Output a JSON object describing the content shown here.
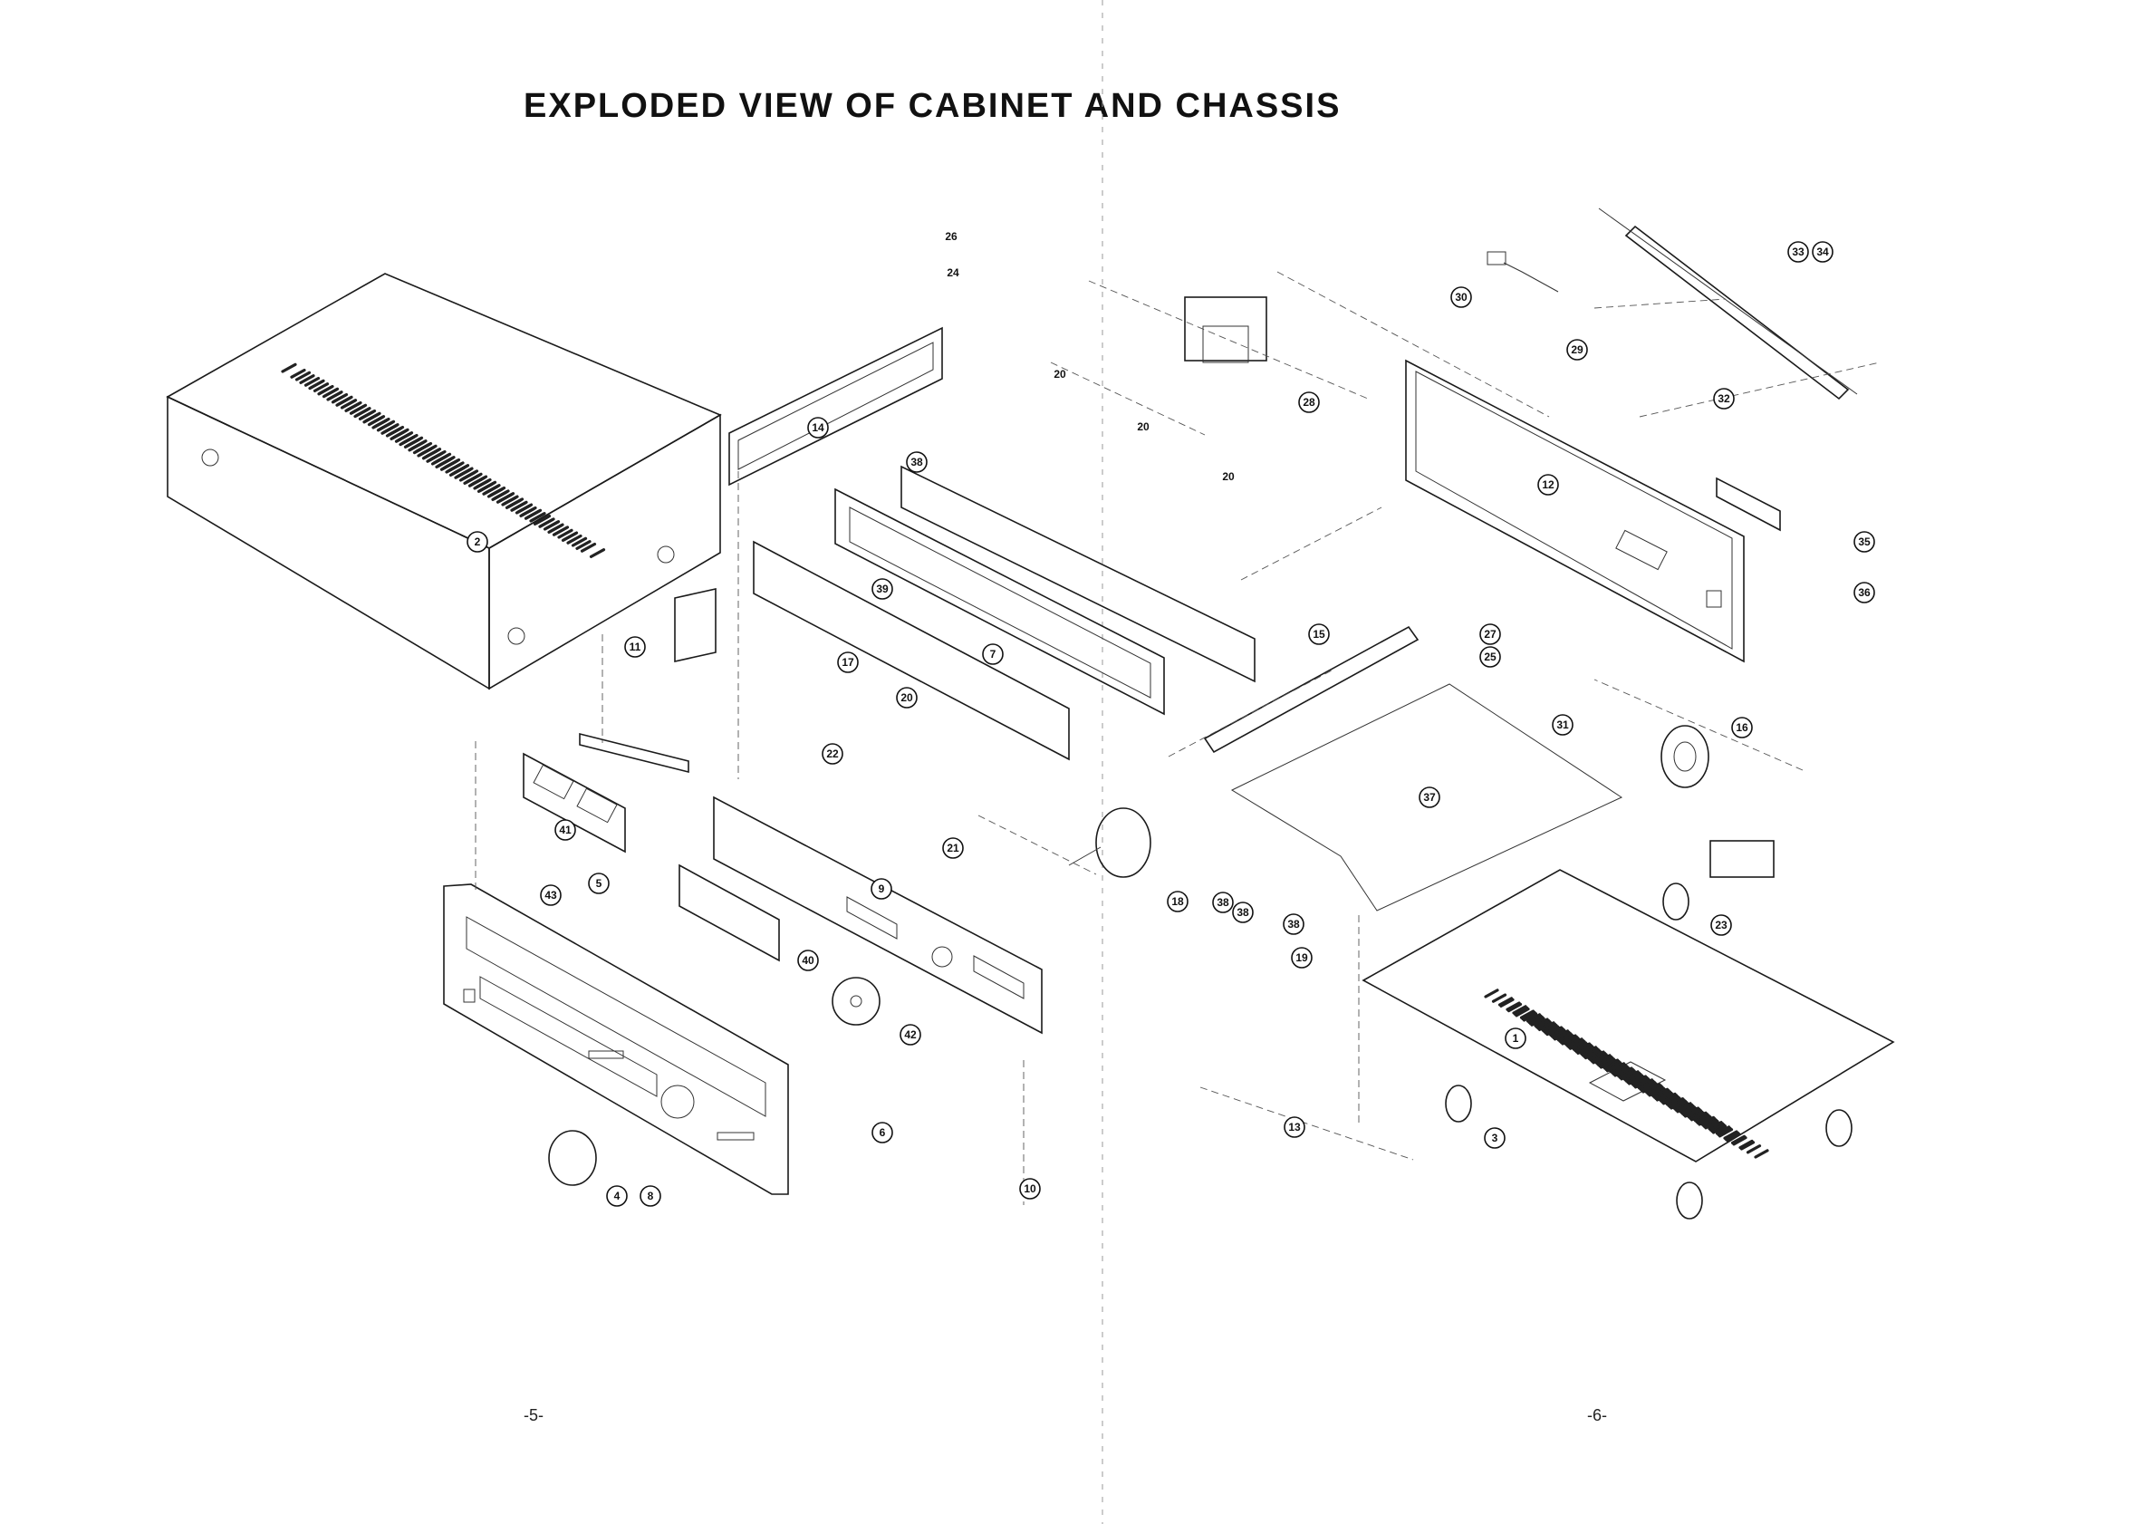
{
  "title": "EXPLODED VIEW OF CABINET AND CHASSIS",
  "page_left": "-5-",
  "page_right": "-6-",
  "plain_labels": [
    "26",
    "24",
    "20",
    "20",
    "20"
  ],
  "callouts": [
    "1",
    "2",
    "3",
    "4",
    "5",
    "6",
    "7",
    "8",
    "9",
    "10",
    "11",
    "12",
    "13",
    "14",
    "15",
    "16",
    "17",
    "18",
    "19",
    "20",
    "21",
    "22",
    "23",
    "25",
    "27",
    "28",
    "29",
    "30",
    "31",
    "32",
    "33",
    "34",
    "35",
    "36",
    "37",
    "38",
    "38",
    "38",
    "38",
    "39",
    "40",
    "41",
    "42",
    "43"
  ]
}
